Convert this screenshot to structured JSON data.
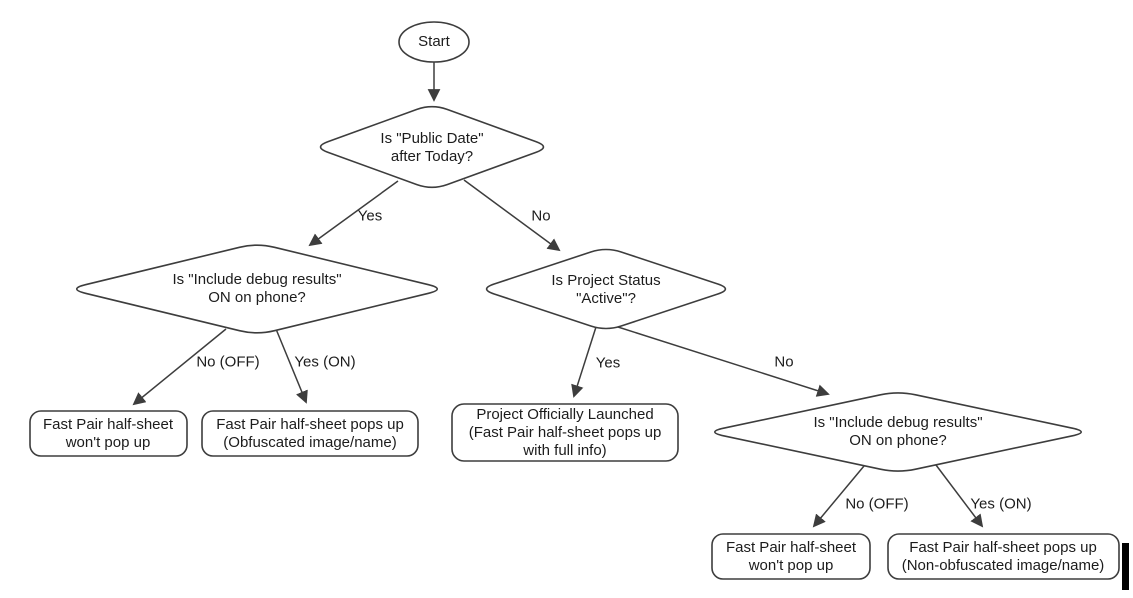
{
  "colors": {
    "background": "#ffffff",
    "stroke": "#3d3d3d",
    "text": "#1c1c1c",
    "cursor_bar": "#000000"
  },
  "flowchart": {
    "start": {
      "label": "Start"
    },
    "decisions": {
      "public_date": {
        "line1": "Is \"Public Date\"",
        "line2": "after Today?"
      },
      "debug_left": {
        "line1": "Is \"Include debug results\"",
        "line2": "ON on phone?"
      },
      "project_status": {
        "line1": "Is Project Status",
        "line2": "\"Active\"?"
      },
      "debug_right": {
        "line1": "Is \"Include debug results\"",
        "line2": "ON on phone?"
      }
    },
    "outcomes": {
      "no_popup_left": {
        "line1": "Fast Pair half-sheet",
        "line2": "won't pop up"
      },
      "obfuscated": {
        "line1": "Fast Pair half-sheet pops up",
        "line2": "(Obfuscated image/name)"
      },
      "launched": {
        "line1": "Project Officially Launched",
        "line2": "(Fast Pair half-sheet pops up",
        "line3": "with full info)"
      },
      "no_popup_right": {
        "line1": "Fast Pair half-sheet",
        "line2": "won't pop up"
      },
      "non_obfuscated": {
        "line1": "Fast Pair half-sheet pops up",
        "line2": "(Non-obfuscated image/name)"
      }
    },
    "edge_labels": {
      "public_date_yes": "Yes",
      "public_date_no": "No",
      "debug_left_no": "No (OFF)",
      "debug_left_yes": "Yes (ON)",
      "project_status_yes": "Yes",
      "project_status_no": "No",
      "debug_right_no": "No (OFF)",
      "debug_right_yes": "Yes (ON)"
    }
  }
}
